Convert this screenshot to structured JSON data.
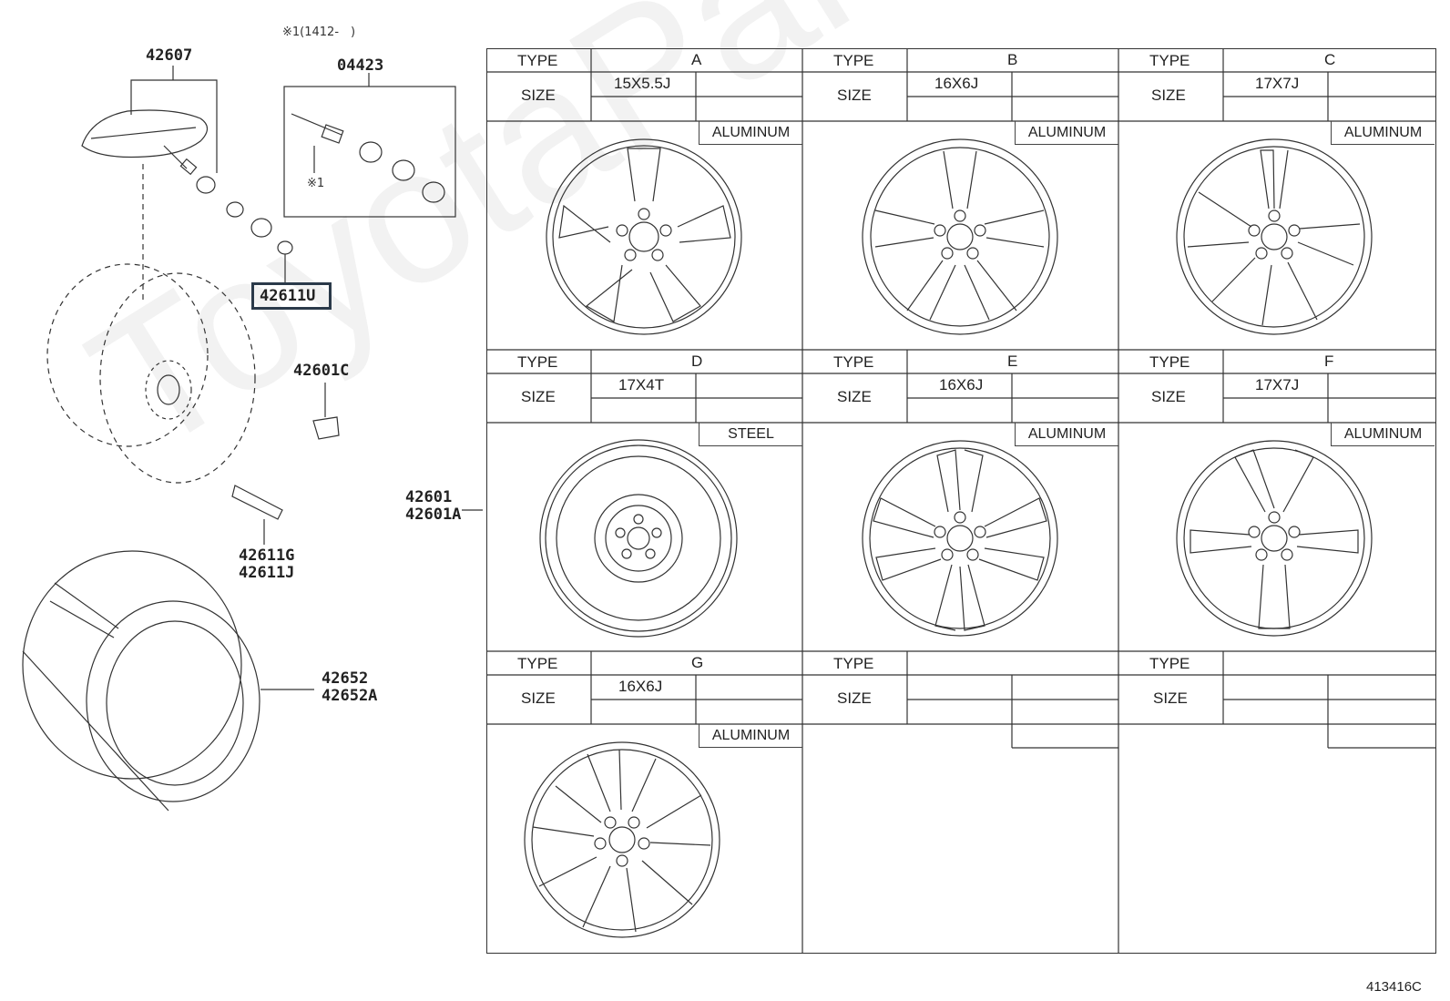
{
  "header_note": "※1(1412-　)",
  "parts": {
    "p42607": "42607",
    "p04423": "04423",
    "p04423_note": "※1",
    "p42611U": "42611U",
    "p42601C": "42601C",
    "p42611G": "42611G",
    "p42611J": "42611J",
    "p42601": "42601",
    "p42601A": "42601A",
    "p42652": "42652",
    "p42652A": "42652A"
  },
  "labels": {
    "type": "TYPE",
    "size": "SIZE"
  },
  "wheels": [
    {
      "type": "A",
      "size": "15X5.5J",
      "material": "ALUMINUM"
    },
    {
      "type": "B",
      "size": "16X6J",
      "material": "ALUMINUM"
    },
    {
      "type": "C",
      "size": "17X7J",
      "material": "ALUMINUM"
    },
    {
      "type": "D",
      "size": "17X4T",
      "material": "STEEL"
    },
    {
      "type": "E",
      "size": "16X6J",
      "material": "ALUMINUM"
    },
    {
      "type": "F",
      "size": "17X7J",
      "material": "ALUMINUM"
    },
    {
      "type": "G",
      "size": "16X6J",
      "material": "ALUMINUM"
    },
    {
      "type": "",
      "size": "",
      "material": ""
    },
    {
      "type": "",
      "size": "",
      "material": ""
    }
  ],
  "diagram_id": "413416C",
  "watermark": "ToyotaPartsMeri",
  "colors": {
    "line": "#333333",
    "highlight_box": "#2b3a4a"
  }
}
